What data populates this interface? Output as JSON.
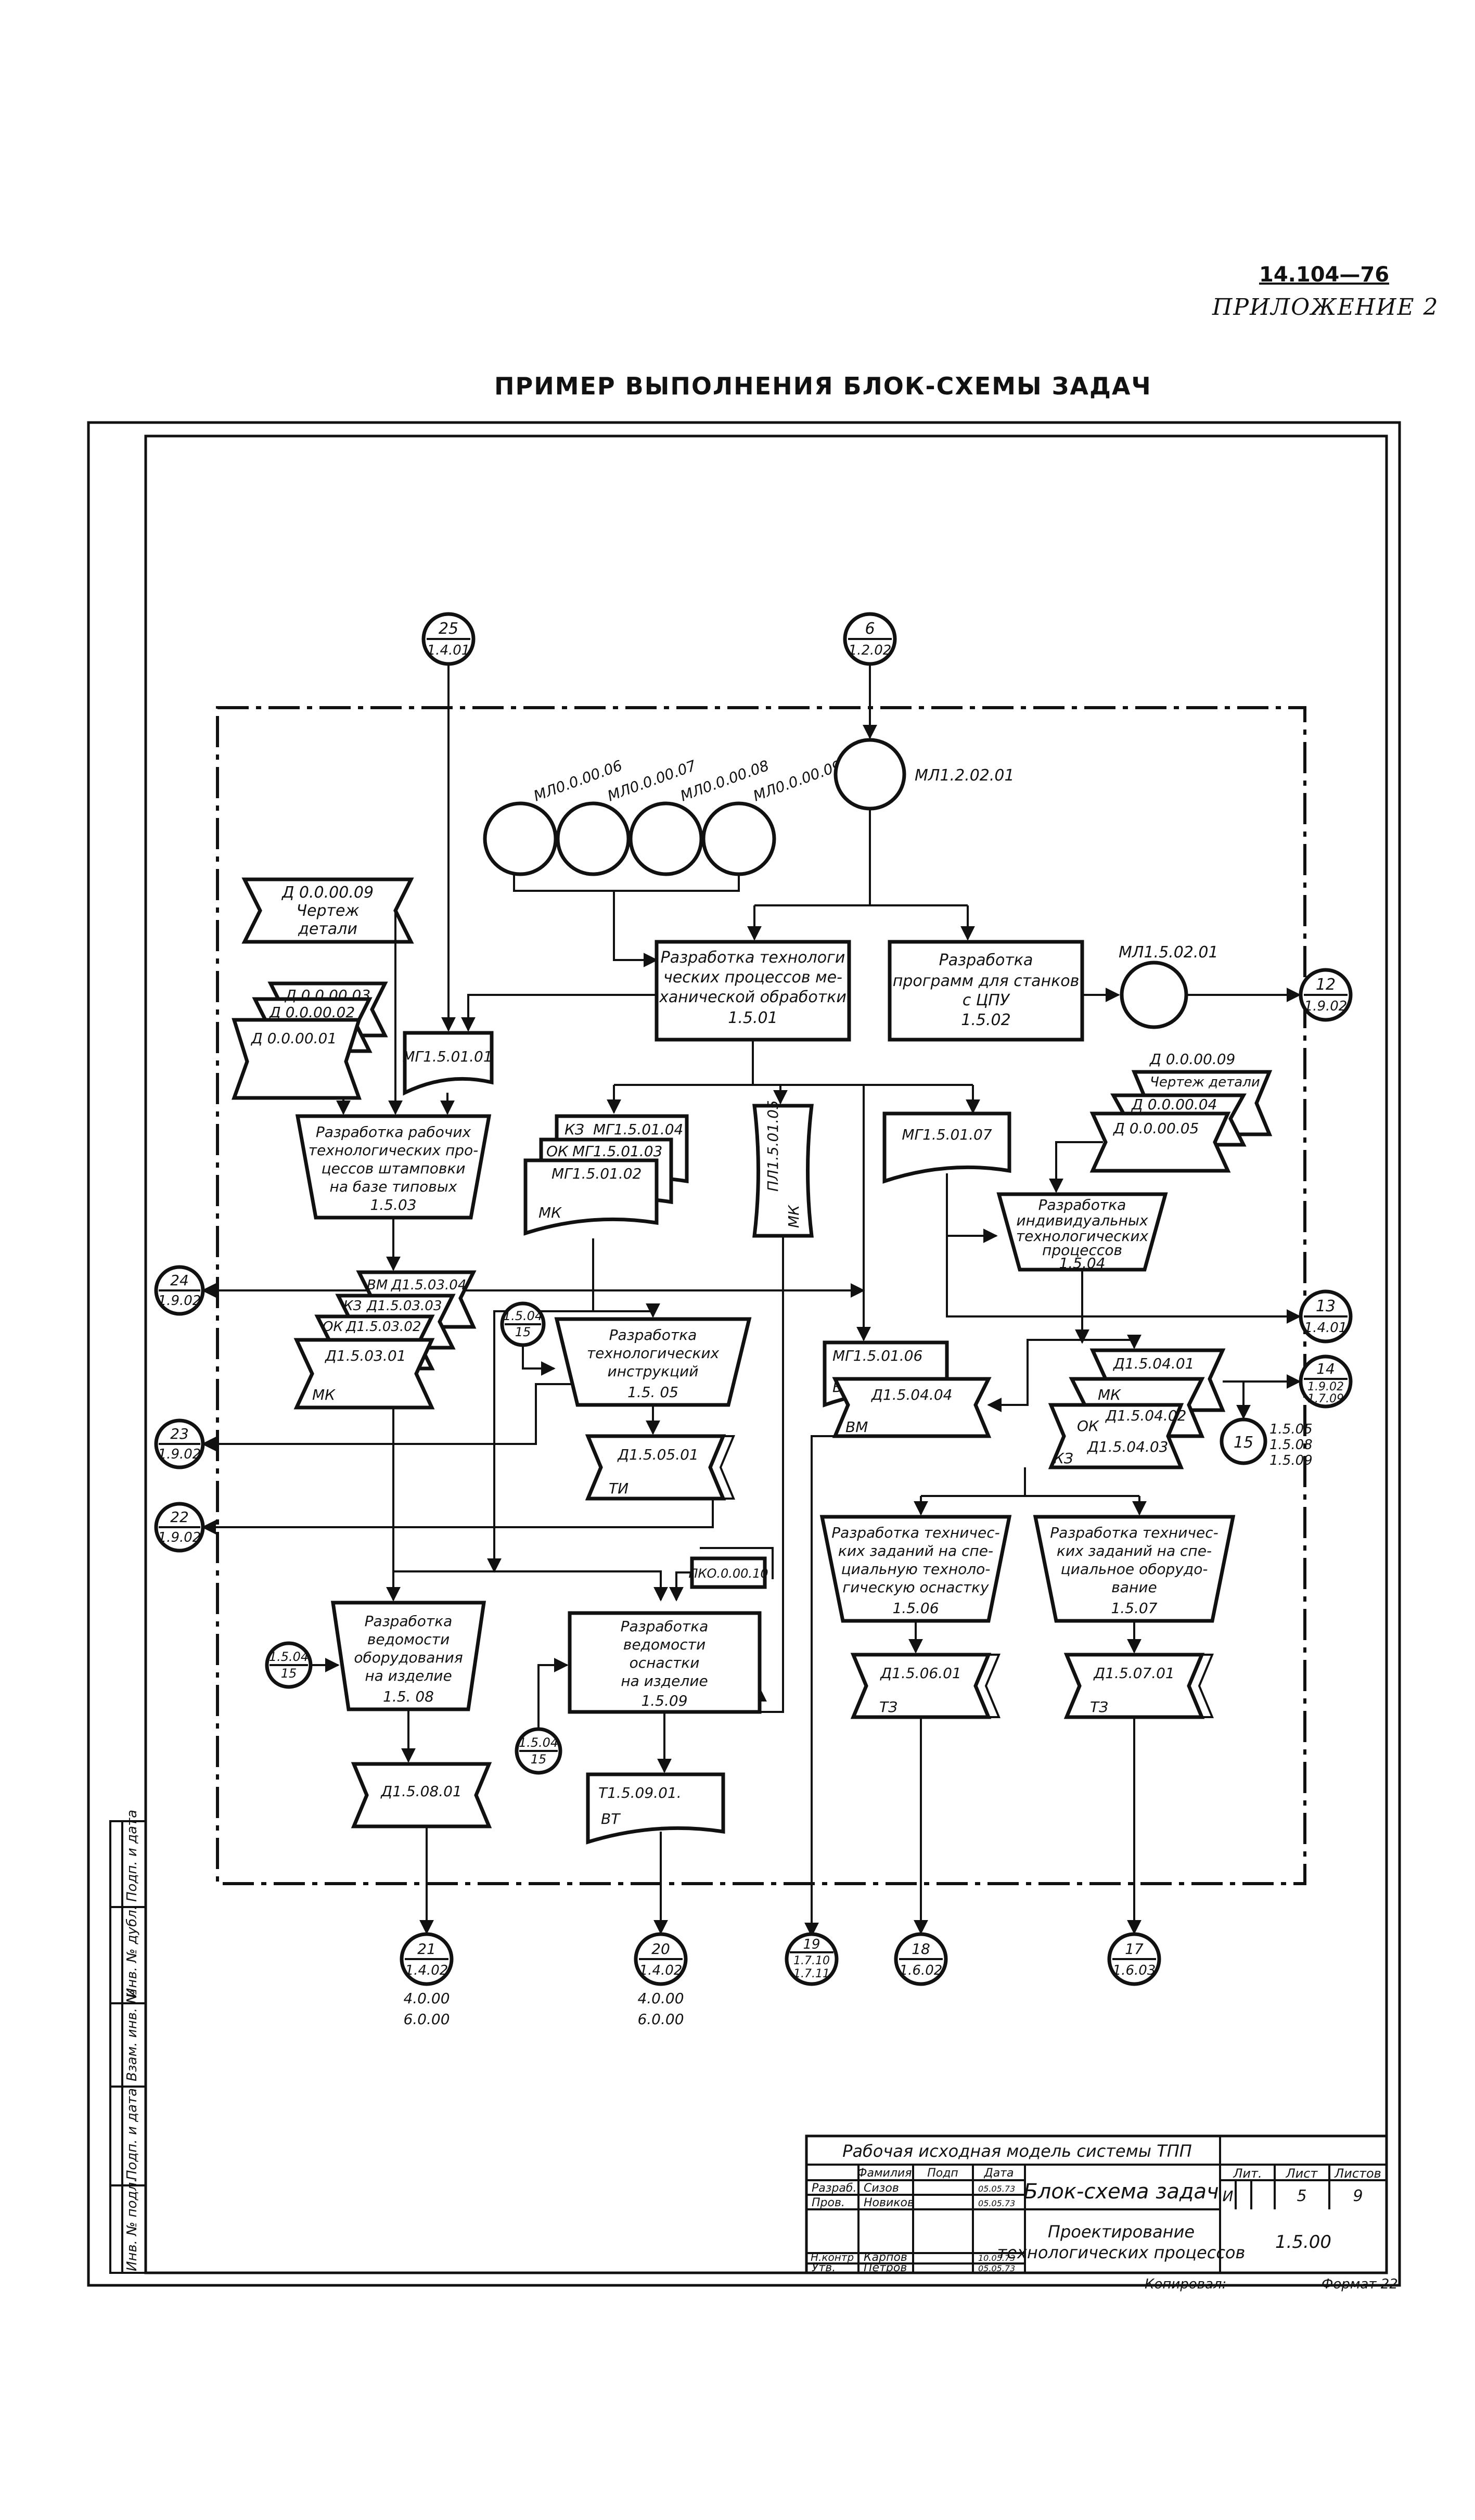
{
  "header": {
    "doc_code": "14.104—76",
    "appendix": "ПРИЛОЖЕНИЕ 2",
    "title": "ПРИМЕР ВЫПОЛНЕНИЯ БЛОК-СХЕМЫ ЗАДАЧ"
  },
  "connectors": {
    "c25": {
      "num": "25",
      "ref": "1.4.01"
    },
    "c6": {
      "num": "6",
      "ref": "1.2.02"
    },
    "c12": {
      "num": "12",
      "ref": "1.9.02"
    },
    "c24": {
      "num": "24",
      "ref": "1.9.02"
    },
    "c13": {
      "num": "13",
      "ref": "1.4.01"
    },
    "c14": {
      "num": "14",
      "ref": "1.9.02",
      "ref2": "1.7.09"
    },
    "c15a": {
      "num": "1.5.04",
      "ref": "15"
    },
    "c15b": {
      "num": "15",
      "refs": [
        "1.5.05",
        "1.5.08",
        "1.5.09"
      ]
    },
    "c23": {
      "num": "23",
      "ref": "1.9.02"
    },
    "c22": {
      "num": "22",
      "ref": "1.9.02"
    },
    "c15c": {
      "num": "1.5.04",
      "ref": "15"
    },
    "c15d": {
      "num": "1.5.04",
      "ref": "15"
    },
    "c21": {
      "num": "21",
      "ref": "1.4.02",
      "note1": "4.0.00",
      "note2": "6.0.00"
    },
    "c20": {
      "num": "20",
      "ref": "1.4.02",
      "note1": "4.0.00",
      "note2": "6.0.00"
    },
    "c19": {
      "num": "19",
      "ref": "1.7.10",
      "ref2": "1.7.11"
    },
    "c18": {
      "num": "18",
      "ref": "1.6.02"
    },
    "c17": {
      "num": "17",
      "ref": "1.6.03"
    }
  },
  "tapes": {
    "t1": "МЛ0.0.00.06",
    "t2": "МЛ0.0.00.07",
    "t3": "МЛ0.0.00.08",
    "t4": "МЛ0.0.00.09",
    "t5": "МЛ1.2.02.01",
    "t6": "МЛ1.5.02.01"
  },
  "processes": {
    "p501": {
      "l1": "Разработка технологи",
      "l2": "ческих процессов ме-",
      "l3": "ханической обработки",
      "l4": "1.5.01"
    },
    "p502": {
      "l1": "Разработка",
      "l2": "программ для станков",
      "l3": "с ЦПУ",
      "l4": "1.5.02"
    },
    "p503": {
      "l1": "Разработка рабочих",
      "l2": "технологических про-",
      "l3": "цессов штамповки",
      "l4": "на базе типовых",
      "l5": "1.5.03"
    },
    "p504": {
      "l1": "Разработка",
      "l2": "индивидуальных",
      "l3": "технологических",
      "l4": "процессов",
      "l5": "1.5.04"
    },
    "p505": {
      "l1": "Разработка",
      "l2": "технологических",
      "l3": "инструкций",
      "l4": "1.5. 05"
    },
    "p506": {
      "l1": "Разработка техничес-",
      "l2": "ких заданий на спе-",
      "l3": "циальную техноло-",
      "l4": "гическую оснастку",
      "l5": "1.5.06"
    },
    "p507": {
      "l1": "Разработка техничес-",
      "l2": "ких заданий на спе-",
      "l3": "циальное оборудо-",
      "l4": "вание",
      "l5": "1.5.07"
    },
    "p508": {
      "l1": "Разработка",
      "l2": "ведомости",
      "l3": "оборудования",
      "l4": "на изделие",
      "l5": "1.5. 08"
    },
    "p509": {
      "l1": "Разработка",
      "l2": "ведомости",
      "l3": "оснастки",
      "l4": "на изделие",
      "l5": "1.5.09"
    }
  },
  "docs": {
    "d0009": {
      "l1": "Д 0.0.00.09",
      "l2": "Чертеж",
      "l3": "детали"
    },
    "d0003": "Д 0.0.00.03",
    "d0002": "Д 0.0.00.02",
    "d0001": "Д 0.0.00.01",
    "mg50101": "МГ1.5.01.01",
    "kz50104": {
      "code": "КЗ",
      "id": "МГ1.5.01.04"
    },
    "ok50103": {
      "code": "ОК",
      "id": "МГ1.5.01.03"
    },
    "mg50102": "МГ1.5.01.02",
    "mk_main": "МК",
    "pl50105": "ПЛ1.5.01.05",
    "pl_mk": "МК",
    "mg50107": "МГ1.5.01.07",
    "d0009b": {
      "id": "Д 0.0.00.09",
      "name": "Чертеж детали"
    },
    "d0004": "Д 0.0.00.04",
    "d0005": "Д 0.0.00.05",
    "vm50304": {
      "code": "ВМ",
      "id": "Д1.5.03.04"
    },
    "kz50303": {
      "code": "КЗ",
      "id": "Д1.5.03.03"
    },
    "ok50302": {
      "code": "ОК",
      "id": "Д1.5.03.02"
    },
    "d50301": {
      "id": "Д1.5.03.01",
      "code": "МК"
    },
    "mg50106": {
      "id": "МГ1.5.01.06",
      "code": "ВМ"
    },
    "d50404": {
      "id": "Д1.5.04.04",
      "code": "ВМ"
    },
    "d50401": {
      "id": "Д1.5.04.01",
      "code": "МК"
    },
    "d50402": {
      "id": "Д1.5.04.02",
      "code": "ОК"
    },
    "d50403": {
      "id": "Д1.5.04.03",
      "code": "КЗ"
    },
    "d50501": {
      "id": "Д1.5.05.01",
      "code": "ТИ"
    },
    "pko": "ПКО.0.00.10",
    "d50601": {
      "id": "Д1.5.06.01",
      "code": "ТЗ"
    },
    "d50701": {
      "id": "Д1.5.07.01",
      "code": "ТЗ"
    },
    "d50801": "Д1.5.08.01",
    "t50901": {
      "id": "Т1.5.09.01.",
      "code": "ВТ"
    }
  },
  "stamp": {
    "model": "Рабочая исходная модель системы ТПП",
    "col_surname": "Фамилия",
    "col_sign": "Подп",
    "col_date": "Дата",
    "row1_role": "Разраб.",
    "row1_name": "Сизов",
    "row1_date": "05.05.73",
    "row2_role": "Пров.",
    "row2_name": "Новиков",
    "row2_date": "05.05.73",
    "row3_role": "Н.контр",
    "row3_name": "Карпов",
    "row3_date": "10.05.73",
    "row4_role": "Утв.",
    "row4_name": "Петров",
    "row4_date": "05.05.73",
    "doc_name": "Блок-схема задач",
    "lit_label": "Лит.",
    "sheet_label": "Лист",
    "sheets_label": "Листов",
    "lit_value": "И",
    "sheet_value": "5",
    "sheets_value": "9",
    "subject_l1": "Проектирование",
    "subject_l2": "технологических процессов",
    "code": "1.5.00",
    "copied": "Копировал:",
    "format": "Формат 22"
  },
  "side_stamp": {
    "f1": "Инв. № подл.",
    "f2": "Подп. и дата",
    "f3": "Взам. инв. №",
    "f4": "Инв. № дубл.",
    "f5": "Подп. и дата"
  }
}
